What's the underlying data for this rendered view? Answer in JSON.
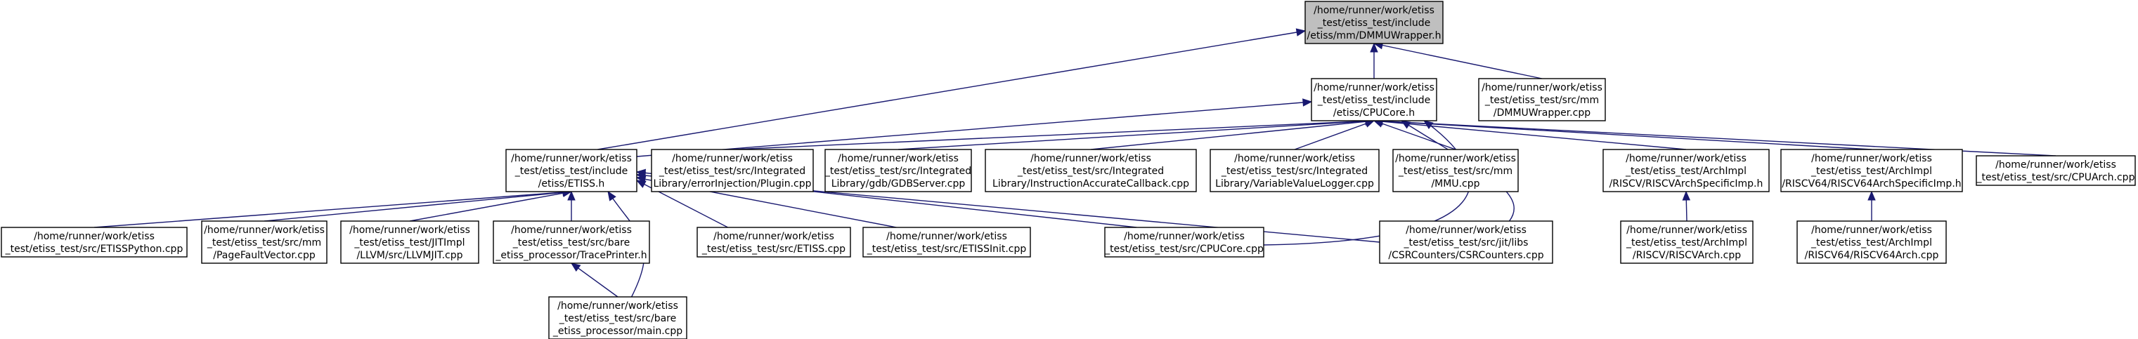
{
  "graph": {
    "edge_color": "#191970",
    "root_fill": "#bfbfbf",
    "node_fill": "#ffffff",
    "nodes": [
      {
        "id": "dmmu_h",
        "lines": [
          "/home/runner/work/etiss",
          "_test/etiss_test/include",
          "/etiss/mm/DMMUWrapper.h"
        ],
        "root": true
      },
      {
        "id": "cpucore_h",
        "lines": [
          "/home/runner/work/etiss",
          "_test/etiss_test/include",
          "/etiss/CPUCore.h"
        ]
      },
      {
        "id": "dmmu_cpp",
        "lines": [
          "/home/runner/work/etiss",
          "_test/etiss_test/src/mm",
          "/DMMUWrapper.cpp"
        ]
      },
      {
        "id": "etiss_h",
        "lines": [
          "/home/runner/work/etiss",
          "_test/etiss_test/include",
          "/etiss/ETISS.h"
        ]
      },
      {
        "id": "errinj",
        "lines": [
          "/home/runner/work/etiss",
          "_test/etiss_test/src/Integrated",
          "Library/errorInjection/Plugin.cpp"
        ]
      },
      {
        "id": "gdbserver",
        "lines": [
          "/home/runner/work/etiss",
          "_test/etiss_test/src/Integrated",
          "Library/gdb/GDBServer.cpp"
        ]
      },
      {
        "id": "iacb",
        "lines": [
          "/home/runner/work/etiss",
          "_test/etiss_test/src/Integrated",
          "Library/InstructionAccurateCallback.cpp"
        ]
      },
      {
        "id": "vvlogger",
        "lines": [
          "/home/runner/work/etiss",
          "_test/etiss_test/src/Integrated",
          "Library/VariableValueLogger.cpp"
        ]
      },
      {
        "id": "mmu",
        "lines": [
          "/home/runner/work/etiss",
          "_test/etiss_test/src/mm",
          "/MMU.cpp"
        ]
      },
      {
        "id": "rv_h",
        "lines": [
          "/home/runner/work/etiss",
          "_test/etiss_test/ArchImpl",
          "/RISCV/RISCVArchSpecificImp.h"
        ]
      },
      {
        "id": "rv64_h",
        "lines": [
          "/home/runner/work/etiss",
          "_test/etiss_test/ArchImpl",
          "/RISCV64/RISCV64ArchSpecificImp.h"
        ]
      },
      {
        "id": "cpuarch",
        "lines": [
          "/home/runner/work/etiss",
          "_test/etiss_test/src/CPUArch.cpp"
        ]
      },
      {
        "id": "pyth",
        "lines": [
          "/home/runner/work/etiss",
          "_test/etiss_test/src/ETISSPython.cpp"
        ]
      },
      {
        "id": "pfv",
        "lines": [
          "/home/runner/work/etiss",
          "_test/etiss_test/src/mm",
          "/PageFaultVector.cpp"
        ]
      },
      {
        "id": "llvmjit",
        "lines": [
          "/home/runner/work/etiss",
          "_test/etiss_test/JITImpl",
          "/LLVM/src/LLVMJIT.cpp"
        ]
      },
      {
        "id": "trace",
        "lines": [
          "/home/runner/work/etiss",
          "_test/etiss_test/src/bare",
          "_etiss_processor/TracePrinter.h"
        ]
      },
      {
        "id": "etiss_cpp",
        "lines": [
          "/home/runner/work/etiss",
          "_test/etiss_test/src/ETISS.cpp"
        ]
      },
      {
        "id": "etissinit",
        "lines": [
          "/home/runner/work/etiss",
          "_test/etiss_test/src/ETISSInit.cpp"
        ]
      },
      {
        "id": "cpucore_cpp",
        "lines": [
          "/home/runner/work/etiss",
          "_test/etiss_test/src/CPUCore.cpp"
        ]
      },
      {
        "id": "csr",
        "lines": [
          "/home/runner/work/etiss",
          "_test/etiss_test/src/jit/libs",
          "/CSRCounters/CSRCounters.cpp"
        ]
      },
      {
        "id": "rv_cpp",
        "lines": [
          "/home/runner/work/etiss",
          "_test/etiss_test/ArchImpl",
          "/RISCV/RISCVArch.cpp"
        ]
      },
      {
        "id": "rv64_cpp",
        "lines": [
          "/home/runner/work/etiss",
          "_test/etiss_test/ArchImpl",
          "/RISCV64/RISCV64Arch.cpp"
        ]
      },
      {
        "id": "main",
        "lines": [
          "/home/runner/work/etiss",
          "_test/etiss_test/src/bare",
          "_etiss_processor/main.cpp"
        ]
      }
    ],
    "edges": [
      [
        "dmmu_h",
        "cpucore_h"
      ],
      [
        "dmmu_h",
        "dmmu_cpp"
      ],
      [
        "dmmu_h",
        "etiss_h"
      ],
      [
        "cpucore_h",
        "etiss_h"
      ],
      [
        "cpucore_h",
        "errinj"
      ],
      [
        "cpucore_h",
        "gdbserver"
      ],
      [
        "cpucore_h",
        "iacb"
      ],
      [
        "cpucore_h",
        "vvlogger"
      ],
      [
        "cpucore_h",
        "mmu"
      ],
      [
        "cpucore_h",
        "rv_h"
      ],
      [
        "cpucore_h",
        "rv64_h"
      ],
      [
        "cpucore_h",
        "cpuarch"
      ],
      [
        "cpucore_h",
        "cpucore_cpp"
      ],
      [
        "cpucore_h",
        "csr"
      ],
      [
        "etiss_h",
        "pyth"
      ],
      [
        "etiss_h",
        "pfv"
      ],
      [
        "etiss_h",
        "llvmjit"
      ],
      [
        "etiss_h",
        "trace"
      ],
      [
        "etiss_h",
        "etiss_cpp"
      ],
      [
        "etiss_h",
        "etissinit"
      ],
      [
        "etiss_h",
        "cpucore_cpp"
      ],
      [
        "etiss_h",
        "csr"
      ],
      [
        "etiss_h",
        "main"
      ],
      [
        "trace",
        "main"
      ],
      [
        "rv_h",
        "rv_cpp"
      ],
      [
        "rv64_h",
        "rv64_cpp"
      ]
    ]
  }
}
